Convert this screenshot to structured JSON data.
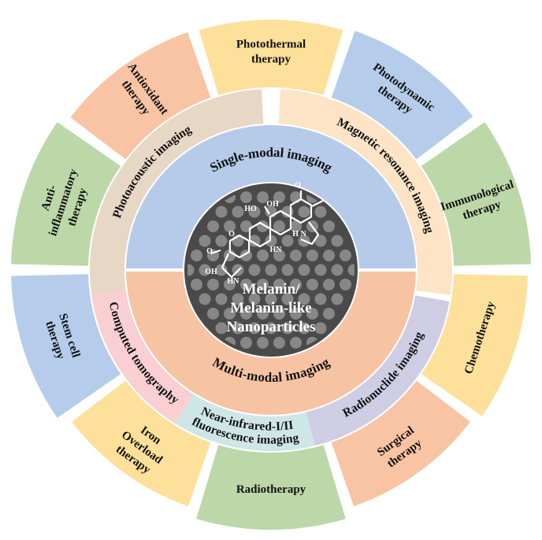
{
  "center": {
    "lines": [
      "Melanin/",
      "Melanin-like",
      "Nanoparticles"
    ],
    "colors": {
      "core": "#4a4a4a",
      "dots": "#8a8a8a",
      "molecule": "#ffffff"
    }
  },
  "core_ring": [
    {
      "label": "Single-modal imaging",
      "color": "#b6cbe9"
    },
    {
      "label": "Multi-modal imaging",
      "color": "#f6c3a3"
    }
  ],
  "imaging_ring": [
    {
      "lines": [
        "Photoacoustic imaging"
      ],
      "color": "#e7d7c5"
    },
    {
      "lines": [
        "Magnetic resonance imaging"
      ],
      "color": "#fde4c6"
    },
    {
      "lines": [
        "Radionuclide imaging"
      ],
      "color": "#cfcde4"
    },
    {
      "lines": [
        "Near-infrared-I/II",
        "fluorescence imaging"
      ],
      "color": "#cfe6e6"
    },
    {
      "lines": [
        "Computed tomography"
      ],
      "color": "#f9cfd3"
    }
  ],
  "therapy_ring": [
    {
      "lines": [
        "Photothermal",
        "therapy"
      ],
      "color": "#fde09a"
    },
    {
      "lines": [
        "Photodynamic",
        "therapy"
      ],
      "color": "#b5cdea"
    },
    {
      "lines": [
        "Immunological",
        "therapy"
      ],
      "color": "#bcd8a9"
    },
    {
      "lines": [
        "Chemotherapy"
      ],
      "color": "#fde09a"
    },
    {
      "lines": [
        "Surgical",
        "therapy"
      ],
      "color": "#f8c4a4"
    },
    {
      "lines": [
        "Radiotherapy"
      ],
      "color": "#bcd8a9"
    },
    {
      "lines": [
        "Iron",
        "Overload",
        "therapy"
      ],
      "color": "#fde09a"
    },
    {
      "lines": [
        "Stem cell",
        "therapy"
      ],
      "color": "#b5cdea"
    },
    {
      "lines": [
        "Anti-",
        "inflammatory",
        "therapy"
      ],
      "color": "#bcd8a9"
    },
    {
      "lines": [
        "Antioxidant",
        "therapy"
      ],
      "color": "#f8c4a4"
    }
  ],
  "molecule_labels": [
    "O",
    "HO",
    "OH",
    "O",
    "O",
    "OH",
    "HN",
    "HN",
    "H N"
  ]
}
